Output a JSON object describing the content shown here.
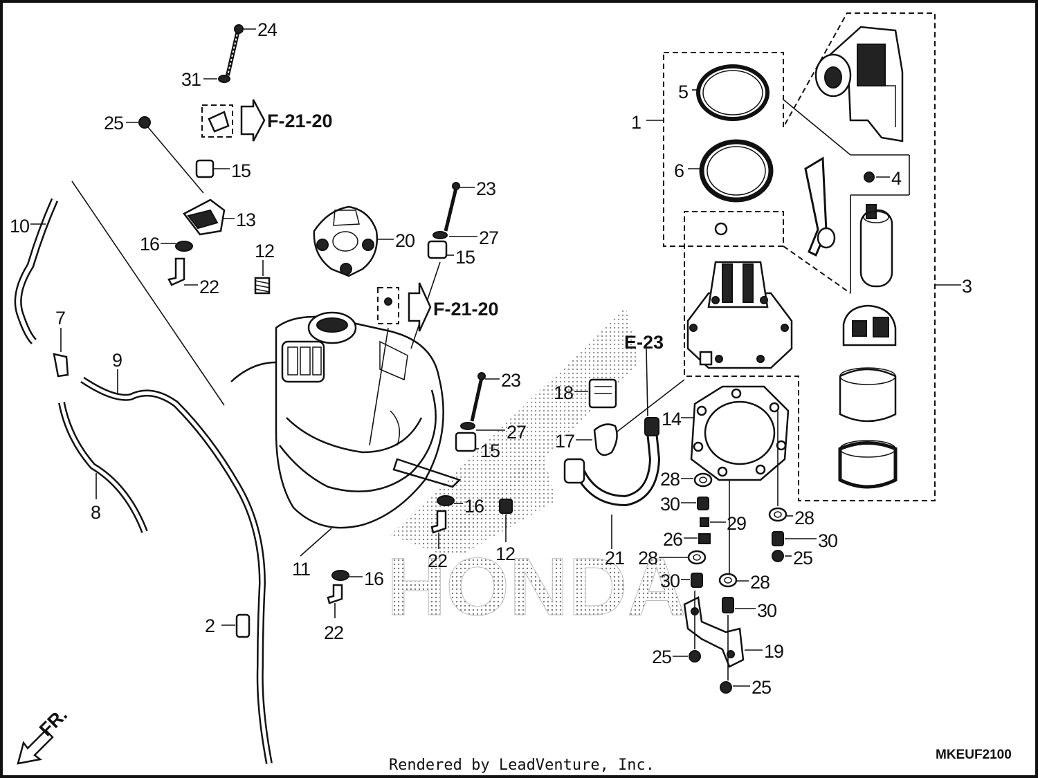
{
  "diagram": {
    "watermark": "HONDA",
    "diagram_code": "MKEUF2100",
    "footer": "Rendered by LeadVenture, Inc.",
    "front_arrow_label": "FR.",
    "refs": {
      "f2120_a": "F-21-20",
      "f2120_b": "F-21-20",
      "e23": "E-23"
    },
    "callouts": {
      "c24": "24",
      "c31": "31",
      "c25a": "25",
      "c15a": "15",
      "c13": "13",
      "c16a": "16",
      "c22a": "22",
      "c10": "10",
      "c12a": "12",
      "c20": "20",
      "c23a": "23",
      "c27a": "27",
      "c15b": "15",
      "c7": "7",
      "c9": "9",
      "c8": "8",
      "c11": "11",
      "c23b": "23",
      "c27b": "27",
      "c15c": "15",
      "c16b": "16",
      "c22b": "22",
      "c12b": "12",
      "c16c": "16",
      "c22c": "22",
      "c2": "2",
      "c18": "18",
      "c17": "17",
      "c21": "21",
      "c1": "1",
      "c5": "5",
      "c6": "6",
      "c4": "4",
      "c3": "3",
      "c14": "14",
      "c28a": "28",
      "c30a": "30",
      "c29": "29",
      "c26": "26",
      "c28b": "28",
      "c30b": "30",
      "c28c": "28",
      "c28d": "28",
      "c30c": "30",
      "c25b": "25",
      "c30d": "30",
      "c19": "19",
      "c25c": "25",
      "c25d": "25"
    }
  }
}
